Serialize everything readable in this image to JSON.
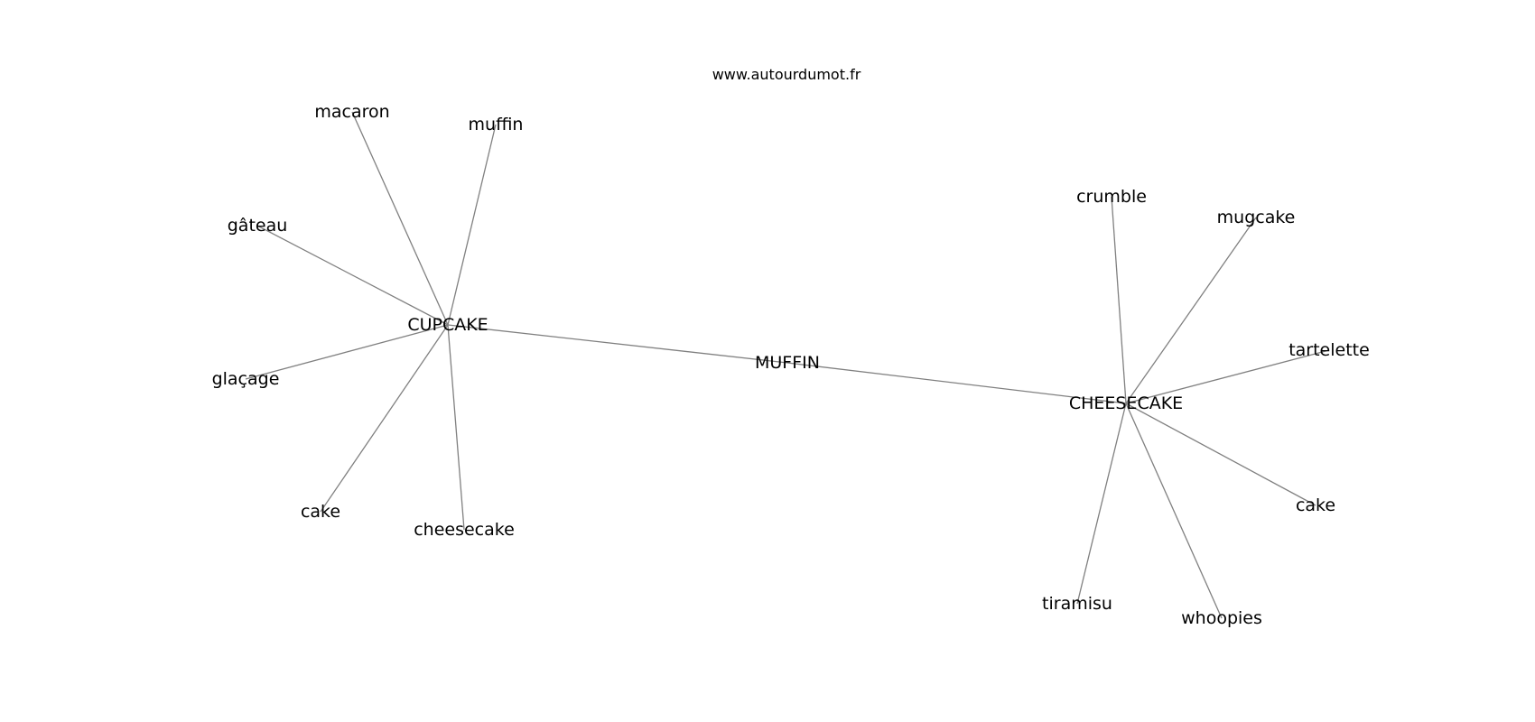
{
  "watermark": "www.autourdumot.fr",
  "graph": {
    "center": "MUFFIN",
    "hubs": [
      {
        "id": "cupcake",
        "label": "CUPCAKE",
        "neighbors": [
          "macaron",
          "muffin",
          "gâteau",
          "glaçage",
          "cake",
          "cheesecake"
        ]
      },
      {
        "id": "cheesecake",
        "label": "CHEESECAKE",
        "neighbors": [
          "crumble",
          "mugcake",
          "tartelette",
          "cake",
          "whoopies",
          "tiramisu"
        ]
      }
    ]
  }
}
